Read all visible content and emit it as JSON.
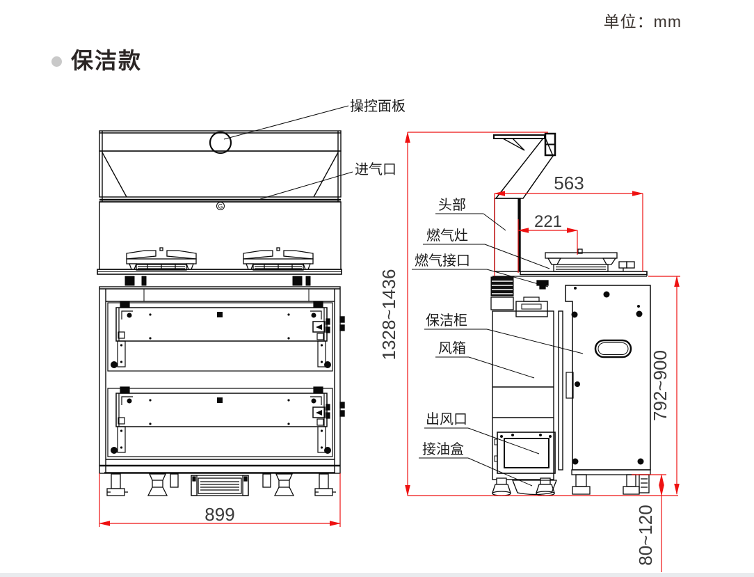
{
  "page": {
    "unit_label": "单位：mm",
    "title": "保洁款"
  },
  "front_view": {
    "labels": {
      "control_panel": "操控面板",
      "air_inlet": "进气口"
    },
    "marking": "G",
    "dimensions": {
      "overall_width": "899"
    }
  },
  "side_view": {
    "labels": {
      "head": "头部",
      "gas_stove": "燃气灶",
      "gas_connector": "燃气接口",
      "cleaning_cabinet": "保洁柜",
      "air_box": "风箱",
      "air_outlet": "出风口",
      "oil_box": "接油盒"
    },
    "dimensions": {
      "overall_height": "1328~1436",
      "top_width": "563",
      "head_to_burner": "221",
      "body_height": "792~900",
      "foot_height": "80~120"
    }
  },
  "colors": {
    "line_black": "#0a0a0a",
    "dimension_red": "#ee1111",
    "title_bullet_gray": "#c9c9c9",
    "footer_bar_gray": "#e9ebee",
    "dimension_text": "#3a3a3a"
  }
}
